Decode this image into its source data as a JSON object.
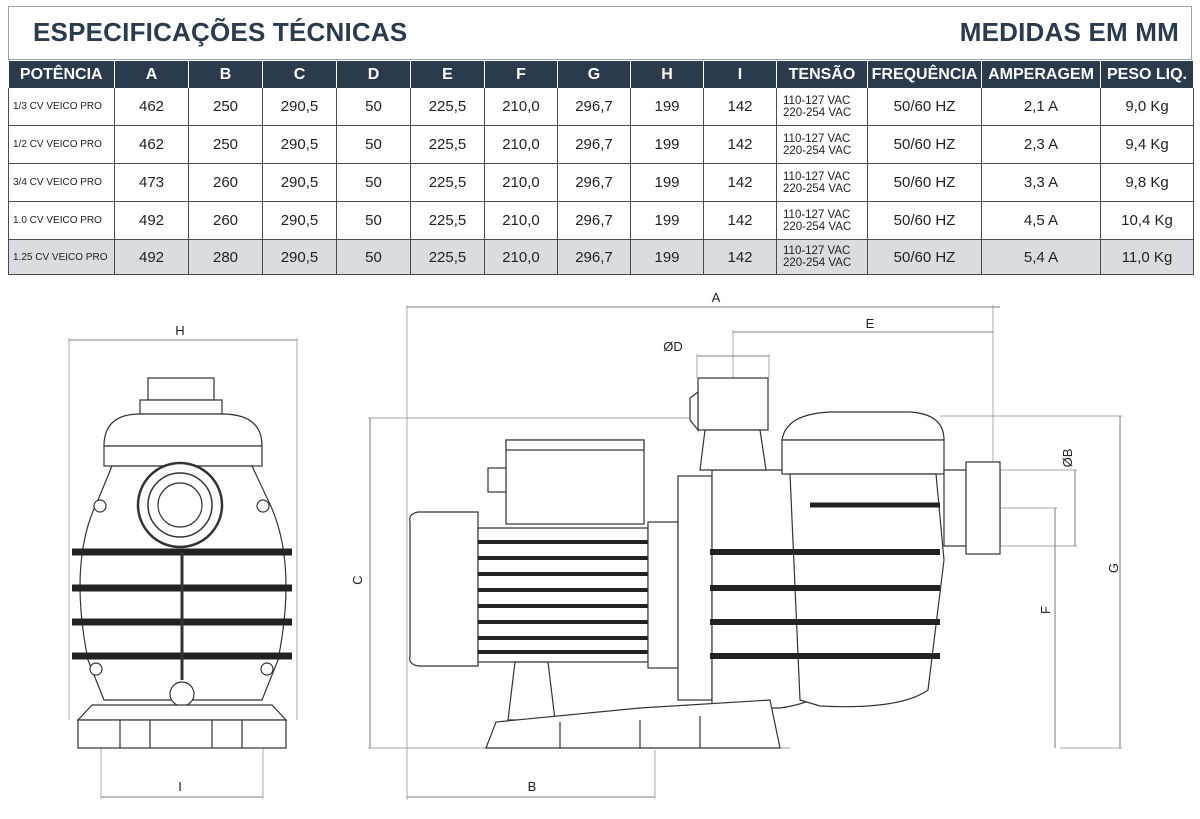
{
  "header": {
    "title_left": "ESPECIFICAÇÕES TÉCNICAS",
    "title_right": "MEDIDAS EM MM"
  },
  "table": {
    "columns": [
      "POTÊNCIA",
      "A",
      "B",
      "C",
      "D",
      "E",
      "F",
      "G",
      "H",
      "I",
      "TENSÃO",
      "FREQUÊNCIA",
      "AMPERAGEM",
      "PESO LIQ."
    ],
    "rows": [
      [
        "1/3 CV VEICO PRO",
        "462",
        "250",
        "290,5",
        "50",
        "225,5",
        "210,0",
        "296,7",
        "199",
        "142",
        [
          "110-127 VAC",
          "220-254 VAC"
        ],
        "50/60 HZ",
        "2,1 A",
        "9,0 Kg"
      ],
      [
        "1/2 CV VEICO PRO",
        "462",
        "250",
        "290,5",
        "50",
        "225,5",
        "210,0",
        "296,7",
        "199",
        "142",
        [
          "110-127 VAC",
          "220-254 VAC"
        ],
        "50/60 HZ",
        "2,3 A",
        "9,4 Kg"
      ],
      [
        "3/4 CV VEICO PRO",
        "473",
        "260",
        "290,5",
        "50",
        "225,5",
        "210,0",
        "296,7",
        "199",
        "142",
        [
          "110-127 VAC",
          "220-254 VAC"
        ],
        "50/60 HZ",
        "3,3 A",
        "9,8 Kg"
      ],
      [
        "1.0 CV VEICO PRO",
        "492",
        "260",
        "290,5",
        "50",
        "225,5",
        "210,0",
        "296,7",
        "199",
        "142",
        [
          "110-127 VAC",
          "220-254 VAC"
        ],
        "50/60 HZ",
        "4,5 A",
        "10,4 Kg"
      ],
      [
        "1.25 CV VEICO PRO",
        "492",
        "280",
        "290,5",
        "50",
        "225,5",
        "210,0",
        "296,7",
        "199",
        "142",
        [
          "110-127 VAC",
          "220-254 VAC"
        ],
        "50/60 HZ",
        "5,4 A",
        "11,0 Kg"
      ]
    ]
  },
  "drawing": {
    "labels": {
      "H": "H",
      "I": "I",
      "A": "A",
      "B": "B",
      "C": "C",
      "D": "ØD",
      "E": "E",
      "F": "F",
      "G": "G",
      "B_diam": "ØB"
    }
  }
}
